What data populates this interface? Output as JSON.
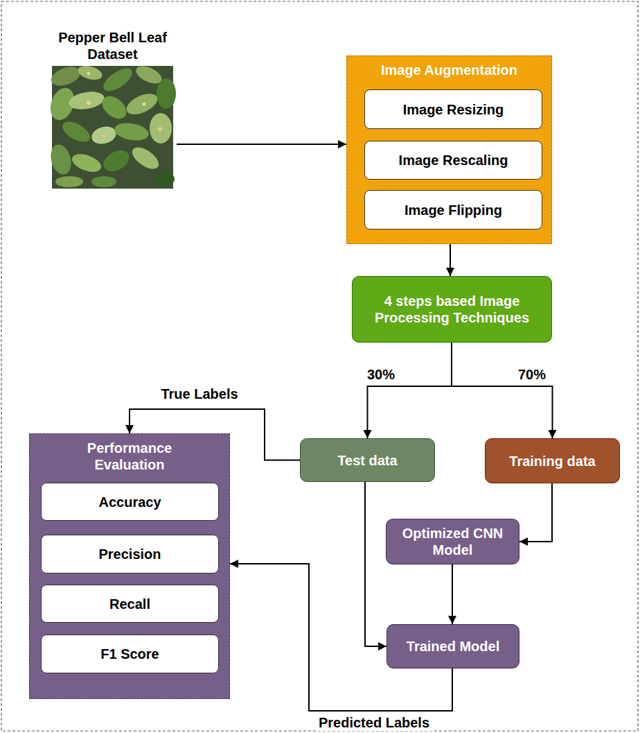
{
  "diagram": {
    "nodes": [
      {
        "text": [
          "Pepper Bell Leaf Dataset"
        ]
      },
      {
        "text": [
          "Image Augmentation"
        ]
      },
      {
        "text": [
          "Image Resizing"
        ],
        "in": 1
      },
      {
        "text": [
          "Image Rescaling"
        ],
        "in": 1
      },
      {
        "text": [
          "Image Flipping"
        ],
        "in": 1
      },
      {
        "text": [
          "4 steps based Image Processing Techniques"
        ]
      },
      {
        "text": [
          "Performance Evaluation"
        ]
      },
      {
        "text": [
          "Accuracy"
        ],
        "in": 6
      },
      {
        "text": [
          "Precision"
        ],
        "in": 6
      },
      {
        "text": [
          "Recall"
        ],
        "in": 6
      },
      {
        "text": [
          "F1 Score"
        ],
        "in": 6
      },
      {
        "text": [
          "Test data"
        ]
      },
      {
        "text": [
          "Training data"
        ]
      },
      {
        "text": [
          "Optimized CNN Model"
        ]
      },
      {
        "text": [
          "Trained Model"
        ]
      }
    ],
    "edges": [
      {
        "from": 0,
        "to": 1,
        "arrow": "to"
      },
      {
        "from": 1,
        "to": 5,
        "arrow": "to"
      },
      {
        "from": 5,
        "to": 11,
        "label": "30%",
        "arrow": "to"
      },
      {
        "from": 5,
        "to": 12,
        "label": "70%",
        "arrow": "to"
      },
      {
        "from": 11,
        "to": 6,
        "label": "True Labels",
        "arrow": "to"
      },
      {
        "from": 11,
        "to": 14,
        "arrow": "to"
      },
      {
        "from": 12,
        "to": 13,
        "arrow": "to"
      },
      {
        "from": 13,
        "to": 14,
        "arrow": "to"
      },
      {
        "from": 14,
        "to": 6,
        "label": "Predicted Labels",
        "arrow": "to"
      }
    ]
  }
}
